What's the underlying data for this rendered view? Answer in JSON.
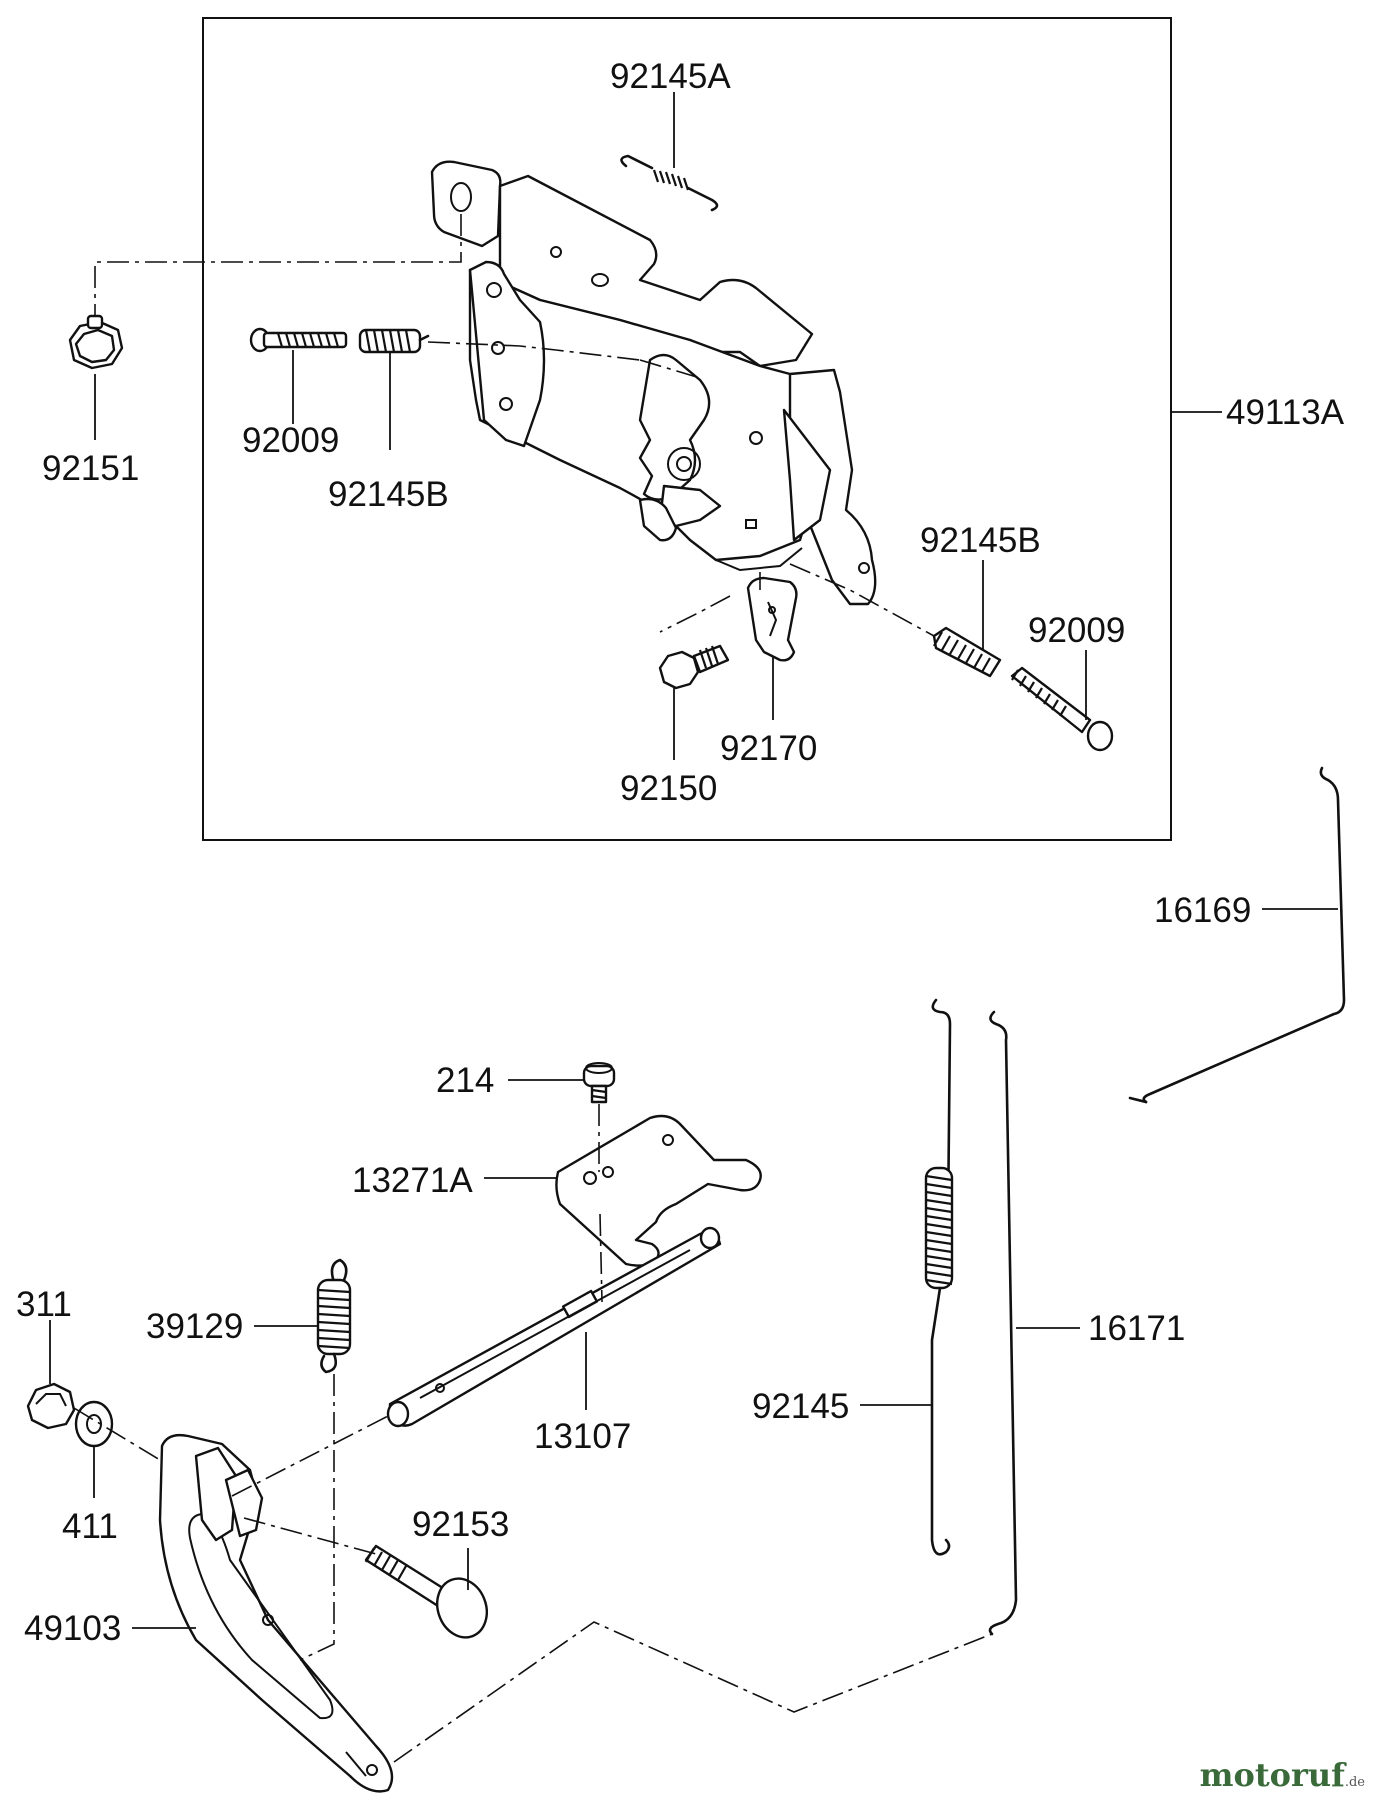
{
  "labels": {
    "p92145A": "92145A",
    "p92151": "92151",
    "p92009_top": "92009",
    "p92145B_top": "92145B",
    "p49113A": "49113A",
    "p92145B_right": "92145B",
    "p92009_right": "92009",
    "p92170": "92170",
    "p92150": "92150",
    "p16169": "16169",
    "p214": "214",
    "p13271A": "13271A",
    "p311": "311",
    "p39129": "39129",
    "p13107": "13107",
    "p411": "411",
    "p92153": "92153",
    "p49103": "49103",
    "p92145": "92145",
    "p16171": "16171"
  },
  "watermark": {
    "text": "motoruf",
    "suffix": ".de"
  },
  "colors": {
    "line": "#111111",
    "background": "#ffffff",
    "watermark_blue": "#2f4a8a",
    "watermark_green": "#3a6a3a"
  }
}
